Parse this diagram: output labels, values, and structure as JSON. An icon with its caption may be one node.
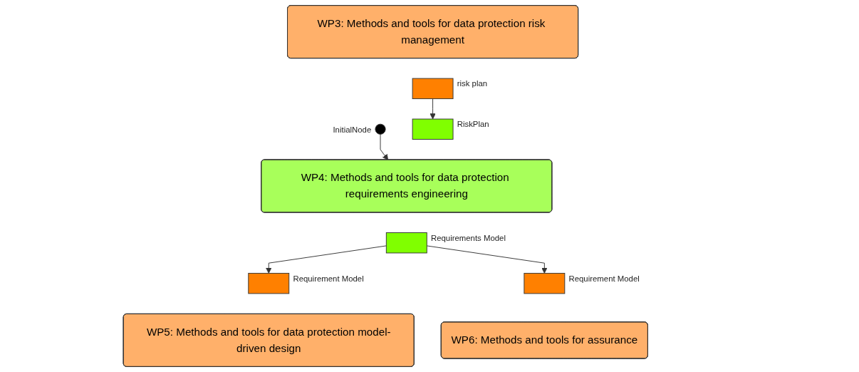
{
  "diagram": {
    "nodes": [
      {
        "text": [],
        "shape": "circle",
        "beside": [
          "InitialNode"
        ]
      },
      {
        "text": [
          "WP3: Methods and tools for data protection risk management"
        ]
      },
      {
        "text": [],
        "shape": "box",
        "beside": [
          "risk plan"
        ]
      },
      {
        "text": [],
        "shape": "box",
        "beside": [
          "RiskPlan"
        ]
      },
      {
        "text": [
          "WP4: Methods and tools for data protection requirements engineering"
        ]
      },
      {
        "text": [],
        "shape": "box",
        "beside": [
          "Requirements Model"
        ]
      },
      {
        "text": [],
        "shape": "box",
        "beside": [
          "Requirement Model"
        ]
      },
      {
        "text": [
          "WP5: Methods and tools for data protection model-driven design"
        ]
      },
      {
        "text": [],
        "shape": "box",
        "beside": [
          "Requirement Model"
        ]
      },
      {
        "text": [
          "WP6: Methods and tools for assurance"
        ]
      }
    ],
    "edges": [
      {
        "from": 0,
        "to": 4,
        "arrow": "to"
      },
      {
        "from": 2,
        "to": 3,
        "arrow": "to"
      },
      {
        "from": 5,
        "to": 6,
        "arrow": "to"
      },
      {
        "from": 5,
        "to": 8,
        "arrow": "to"
      }
    ]
  }
}
